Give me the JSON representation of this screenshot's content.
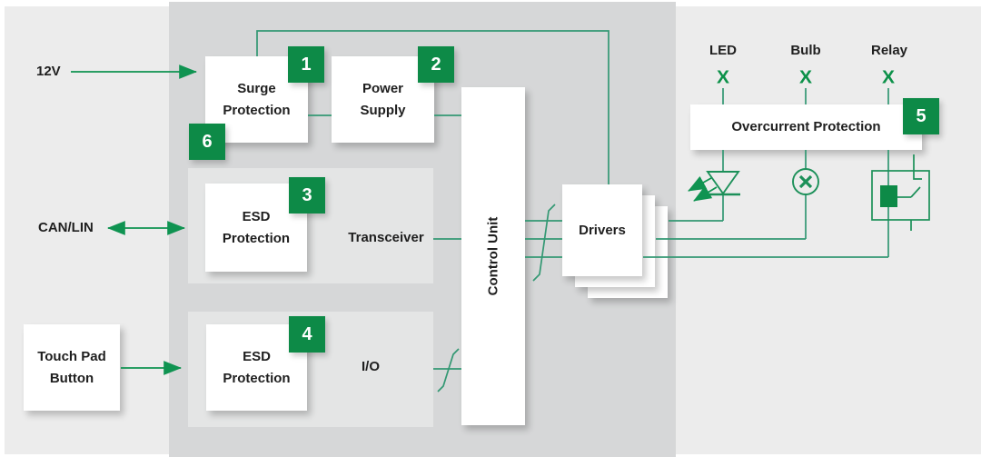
{
  "colors": {
    "panel_gray": "#d6d7d8",
    "group_gray": "#e4e5e5",
    "background_gray": "#ececec",
    "badge_green": "#0d8a47",
    "wire_green": "#339873",
    "arrow_green": "#0f9351",
    "text_dark": "#1f1f1f"
  },
  "inputs": {
    "supply_label": "12V",
    "bus_label": "CAN/LIN",
    "button_line1": "Touch Pad",
    "button_line2": "Button"
  },
  "blocks": {
    "surge": {
      "line1": "Surge",
      "line2": "Protection",
      "badge": "1"
    },
    "power": {
      "line1": "Power",
      "line2": "Supply",
      "badge": "2"
    },
    "esd_can": {
      "line1": "ESD",
      "line2": "Protection",
      "badge": "3"
    },
    "esd_io": {
      "line1": "ESD",
      "line2": "Protection",
      "badge": "4"
    },
    "transceiver_label": "Transceiver",
    "io_label": "I/O",
    "control_unit_label": "Control Unit",
    "drivers_label": "Drivers",
    "overcurrent": {
      "label": "Overcurrent Protection",
      "badge": "5"
    },
    "input_badge": "6"
  },
  "loads": {
    "led_label": "LED",
    "bulb_label": "Bulb",
    "relay_label": "Relay",
    "disconnect_mark": "X"
  }
}
